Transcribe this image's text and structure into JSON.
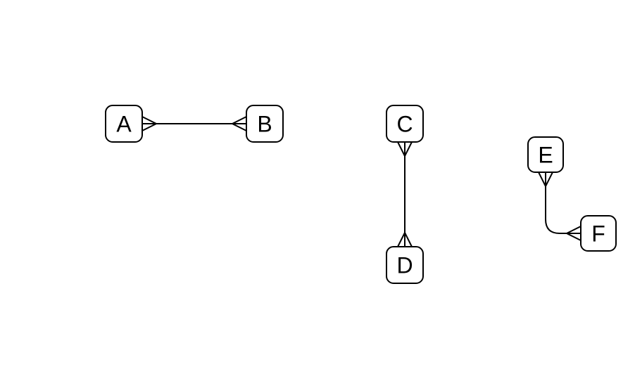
{
  "diagram": {
    "type": "entity-relationship-graph",
    "background_color": "#ffffff",
    "stroke_color": "#000000",
    "text_color": "#000000",
    "nodes": [
      {
        "id": "A",
        "label": "A"
      },
      {
        "id": "B",
        "label": "B"
      },
      {
        "id": "C",
        "label": "C"
      },
      {
        "id": "D",
        "label": "D"
      },
      {
        "id": "E",
        "label": "E"
      },
      {
        "id": "F",
        "label": "F"
      }
    ],
    "edges": [
      {
        "from": "A",
        "to": "B",
        "orientation": "horizontal",
        "from_marker": "crow-foot-many",
        "to_marker": "crow-foot-many"
      },
      {
        "from": "C",
        "to": "D",
        "orientation": "vertical",
        "from_marker": "crow-foot-many",
        "to_marker": "crow-foot-many"
      },
      {
        "from": "E",
        "to": "F",
        "orientation": "elbow-down-right",
        "from_marker": "crow-foot-many",
        "to_marker": "crow-foot-many"
      }
    ]
  }
}
